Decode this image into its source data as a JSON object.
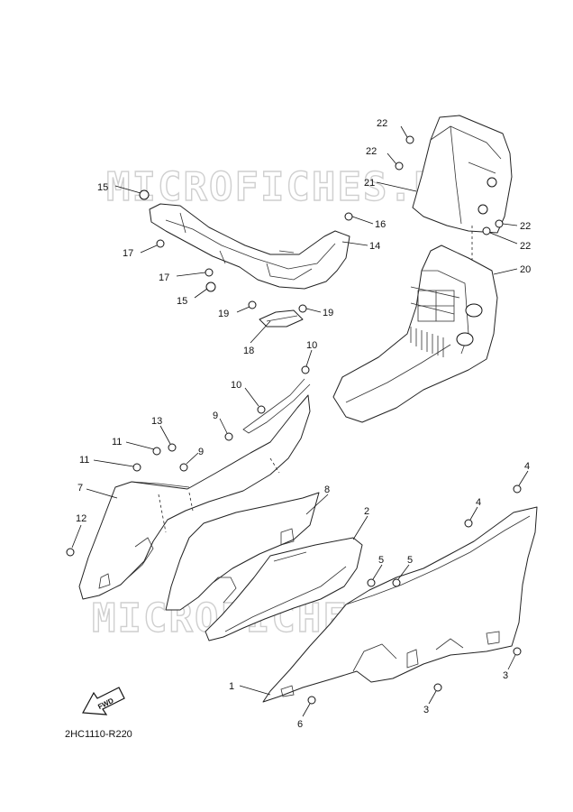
{
  "watermark": "MICROFICHES.NET",
  "drawing_code": "2HC1110-R220",
  "fwd_label": "FWD",
  "callouts": {
    "c1": "1",
    "c2": "2",
    "c3a": "3",
    "c3b": "3",
    "c4a": "4",
    "c4b": "4",
    "c5a": "5",
    "c5b": "5",
    "c6": "6",
    "c7": "7",
    "c8": "8",
    "c9a": "9",
    "c9b": "9",
    "c10a": "10",
    "c10b": "10",
    "c11": "11",
    "c12": "12",
    "c13": "13",
    "c14": "14",
    "c15a": "15",
    "c15b": "15",
    "c16": "16",
    "c17a": "17",
    "c17b": "17",
    "c18": "18",
    "c19a": "19",
    "c19b": "19",
    "c20": "20",
    "c21": "21",
    "c22a": "22",
    "c22b": "22",
    "c22c": "22",
    "c22d": "22"
  }
}
